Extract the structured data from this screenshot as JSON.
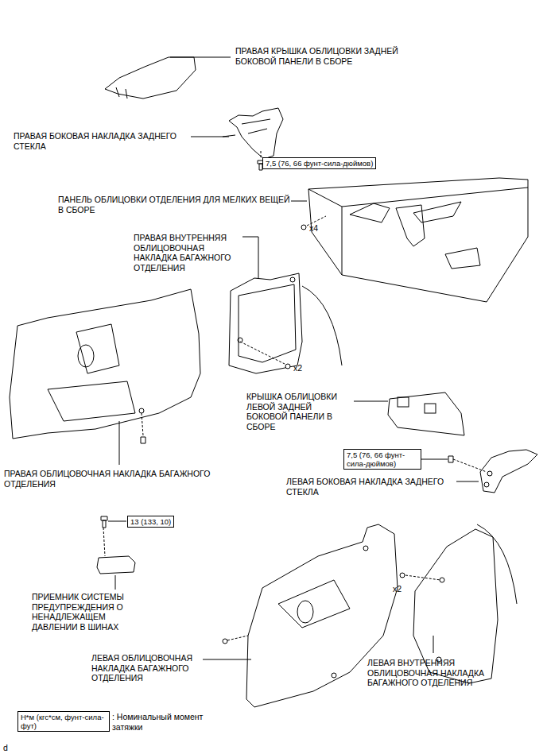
{
  "diagram": {
    "nodes": [
      {
        "text": [
          "7,5 (76, 66 фунт-сила-дюймов)"
        ]
      },
      {
        "text": [
          "7,5 (76, 66 фунт-сила-дюймов)"
        ]
      },
      {
        "text": [
          "13 (133, 10)"
        ]
      },
      {
        "text": [
          "Н*м (кгс*см, фунт-сила-фут)"
        ]
      }
    ],
    "edges": [],
    "labels": [
      "ПРАВАЯ КРЫШКА ОБЛИЦОВКИ ЗАДНЕЙ БОКОВОЙ ПАНЕЛИ В СБОРЕ",
      "ПРАВАЯ БОКОВАЯ НАКЛАДКА ЗАДНЕГО СТЕКЛА",
      "ПАНЕЛЬ ОБЛИЦОВКИ ОТДЕЛЕНИЯ ДЛЯ МЕЛКИХ ВЕЩЕЙ В СБОРЕ",
      "x4",
      "ПРАВАЯ ВНУТРЕННЯЯ ОБЛИЦОВОЧНАЯ НАКЛАДКА БАГАЖНОГО ОТДЕЛЕНИЯ",
      "x2",
      "КРЫШКА ОБЛИЦОВКИ ЛЕВОЙ ЗАДНЕЙ БОКОВОЙ ПАНЕЛИ В СБОРЕ",
      "ПРАВАЯ ОБЛИЦОВОЧНАЯ НАКЛАДКА БАГАЖНОГО ОТДЕЛЕНИЯ",
      "ЛЕВАЯ БОКОВАЯ НАКЛАДКА ЗАДНЕГО СТЕКЛА",
      "ПРИЕМНИК СИСТЕМЫ ПРЕДУПРЕЖДЕНИЯ О НЕНАДЛЕЖАЩЕМ ДАВЛЕНИИ В ШИНАХ",
      "x2",
      "ЛЕВАЯ ОБЛИЦОВОЧНАЯ НАКЛАДКА БАГАЖНОГО ОТДЕЛЕНИЯ",
      "ЛЕВАЯ ВНУТРЕННЯЯ ОБЛИЦОВОЧНАЯ НАКЛАДКА БАГАЖНОГО ОТДЕЛЕНИЯ",
      ": Номинальный момент затяжки",
      "d"
    ]
  }
}
